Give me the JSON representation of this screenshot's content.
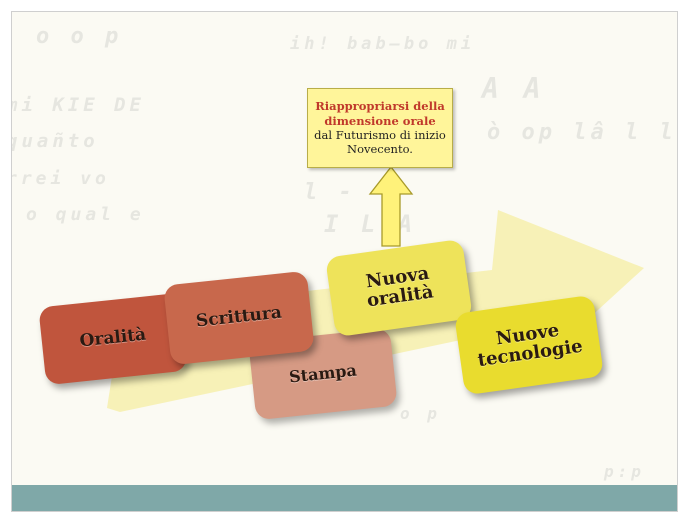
{
  "background_letters": [
    {
      "text": "o o p"
    },
    {
      "text": "ih! bab—bo mi"
    },
    {
      "text": "mi KIE DE"
    },
    {
      "text": "quañto"
    },
    {
      "text": "rrei vo"
    },
    {
      "text": "o qual e"
    },
    {
      "text": "A A"
    },
    {
      "text": "ò op lâ l l a a"
    },
    {
      "text": "l - -"
    },
    {
      "text": "I L A"
    },
    {
      "text": "o p"
    },
    {
      "text": "p:p"
    }
  ],
  "blocks": [
    {
      "id": "oralita",
      "label": "Oralità",
      "color": "#c0553d"
    },
    {
      "id": "scrittura",
      "label": "Scrittura",
      "color": "#c8684c"
    },
    {
      "id": "stampa",
      "label": "Stampa",
      "color": "#d38e76"
    },
    {
      "id": "nuova",
      "label": "Nuova oralità",
      "color": "#eee35a"
    },
    {
      "id": "nuove",
      "label": "Nuove tecnologie",
      "color": "#e9dc2e"
    }
  ],
  "callout": {
    "line1": "Riappropriarsi della",
    "line2": "dimensione orale",
    "line3": "dal Futurismo di inizio",
    "line4": "Novecento."
  },
  "colors": {
    "arrow": "#f6f0b0",
    "up_arrow": "#fff27a",
    "bottom_bar": "#7fa8a8"
  }
}
